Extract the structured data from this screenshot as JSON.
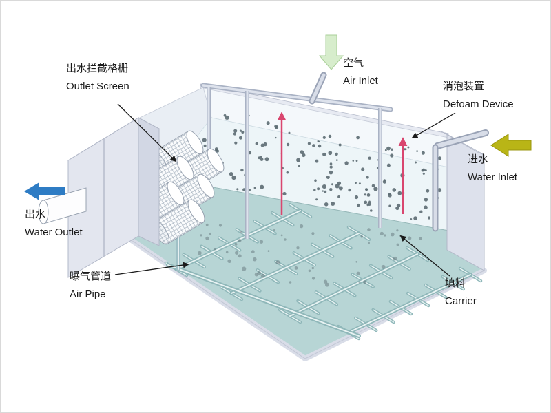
{
  "diagram": {
    "labels": {
      "outlet_screen": {
        "zh": "出水拦截格栅",
        "en": "Outlet Screen"
      },
      "air_inlet": {
        "zh": "空气",
        "en": "Air Inlet"
      },
      "defoam_device": {
        "zh": "消泡装置",
        "en": "Defoam Device"
      },
      "water_inlet": {
        "zh": "进水",
        "en": "Water Inlet"
      },
      "water_outlet": {
        "zh": "出水",
        "en": "Water Outlet"
      },
      "air_pipe": {
        "zh": "曝气管道",
        "en": "Air Pipe"
      },
      "carrier": {
        "zh": "填料",
        "en": "Carrier"
      }
    },
    "colors": {
      "tank_wall": "#dde1ec",
      "water": "#edf5f8",
      "floor": "#b7d5d5",
      "pipe_teal": "#8fb7b9",
      "carrier_dot": "#5c6b72",
      "defoam_arrow": "#d9466f",
      "air_inlet_arrow": "#d7edcc",
      "water_inlet_arrow": "#b9b516",
      "water_outlet_arrow": "#2e7cc4",
      "pointer_arrow": "#1a1a1a"
    }
  }
}
